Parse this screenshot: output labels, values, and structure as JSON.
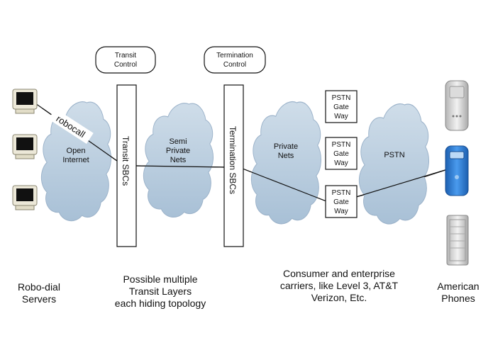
{
  "control_boxes": {
    "transit": [
      "Transit",
      "Control"
    ],
    "termination": [
      "Termination",
      "Control"
    ]
  },
  "sbc_bars": {
    "transit": "Transit SBCs",
    "termination": "Termination SBCs"
  },
  "clouds": {
    "open_internet": [
      "Open",
      "Internet"
    ],
    "semi_private": [
      "Semi",
      "Private",
      "Nets"
    ],
    "private": [
      "Private",
      "Nets"
    ],
    "pstn": "PSTN"
  },
  "gateways": [
    [
      "PSTN",
      "Gate",
      "Way"
    ],
    [
      "PSTN",
      "Gate",
      "Way"
    ],
    [
      "PSTN",
      "Gate",
      "Way"
    ]
  ],
  "call_label": "robocall",
  "captions": {
    "servers": [
      "Robo-dial",
      "Servers"
    ],
    "transit_layers": [
      "Possible multiple",
      "Transit Layers",
      "each hiding topology"
    ],
    "carriers": [
      "Consumer and enterprise",
      "carriers, like Level 3, AT&T",
      "Verizon, Etc."
    ],
    "phones": [
      "American",
      "Phones"
    ]
  },
  "colors": {
    "cloud_fill": "#b9cde0",
    "cloud_edge": "#9cb3ca",
    "line": "#111111",
    "phone_blue": "#2f7fd6"
  }
}
